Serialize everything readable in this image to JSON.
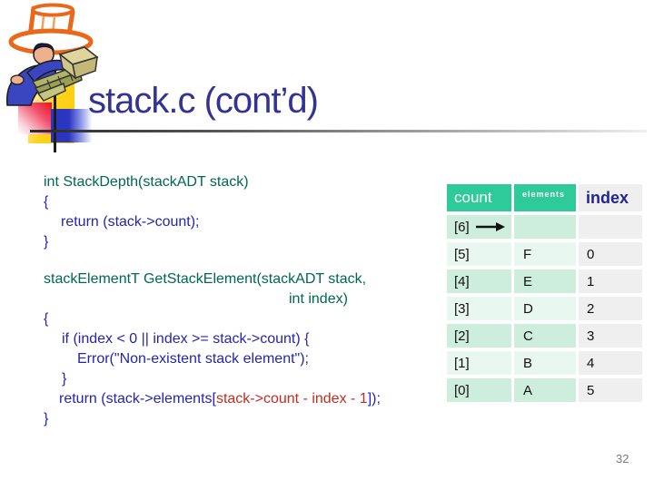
{
  "title": "stack.c (cont’d)",
  "page_number": "32",
  "colors": {
    "title_navy": "#333394",
    "code_teal": "#006655",
    "code_blue": "#2525ae",
    "code_red": "#c22d20",
    "table_header_teal": "#2fca9a",
    "row_mint_dark": "#cdeedd",
    "row_mint_light": "#e8f7ef",
    "index_column_gray": "#efefef",
    "index_header_text": "#222299",
    "accent_yellow": "#ffcc00",
    "accent_red": "#ee1021",
    "accent_blue": "#2a35c0"
  },
  "icons": {
    "clipart": "magician-top-hat-clipart",
    "row_arrow": "right-arrow-icon"
  },
  "code": {
    "block1": {
      "lines": [
        {
          "pad": 0,
          "segs": [
            {
              "t": "int StackDepth(stackADT stack)",
              "c": "teal"
            }
          ]
        },
        {
          "pad": 0,
          "segs": [
            {
              "t": "{",
              "c": "blue"
            }
          ]
        },
        {
          "pad": 19,
          "segs": [
            {
              "t": "return (stack->count);",
              "c": "blue"
            }
          ]
        },
        {
          "pad": 0,
          "segs": [
            {
              "t": "}",
              "c": "blue"
            }
          ]
        }
      ]
    },
    "block2": {
      "lines": [
        {
          "pad": 0,
          "segs": [
            {
              "t": "stackElementT GetStackElement(stackADT stack,",
              "c": "teal"
            }
          ]
        },
        {
          "pad": 270,
          "segs": [
            {
              "t": "int index)",
              "c": "teal"
            }
          ]
        },
        {
          "pad": 0,
          "segs": [
            {
              "t": "{",
              "c": "blue"
            }
          ]
        },
        {
          "pad": 20,
          "segs": [
            {
              "t": "if (index < 0 || index >= stack->count) {",
              "c": "blue"
            }
          ]
        },
        {
          "pad": 37,
          "segs": [
            {
              "t": "Error(\"Non-existent stack element\");",
              "c": "blue"
            }
          ]
        },
        {
          "pad": 20,
          "segs": [
            {
              "t": "}",
              "c": "blue"
            }
          ]
        },
        {
          "pad": 17,
          "segs": [
            {
              "t": "return (stack->elements[",
              "c": "blue"
            },
            {
              "t": "stack->count - index - 1",
              "c": "red"
            },
            {
              "t": "]);",
              "c": "blue"
            }
          ]
        },
        {
          "pad": 0,
          "segs": [
            {
              "t": "}",
              "c": "blue"
            }
          ]
        }
      ]
    }
  },
  "table": {
    "columns": [
      {
        "key": "count",
        "label": "count"
      },
      {
        "key": "elements",
        "label": "elements"
      },
      {
        "key": "index",
        "label": "index"
      }
    ],
    "rows": [
      {
        "count": "[6]",
        "elements": "",
        "index": "",
        "arrow": true,
        "shade": "dark"
      },
      {
        "count": "[5]",
        "elements": "F",
        "index": "0",
        "arrow": false,
        "shade": "light"
      },
      {
        "count": "[4]",
        "elements": "E",
        "index": "1",
        "arrow": false,
        "shade": "dark"
      },
      {
        "count": "[3]",
        "elements": "D",
        "index": "2",
        "arrow": false,
        "shade": "light"
      },
      {
        "count": "[2]",
        "elements": "C",
        "index": "3",
        "arrow": false,
        "shade": "dark"
      },
      {
        "count": "[1]",
        "elements": "B",
        "index": "4",
        "arrow": false,
        "shade": "light"
      },
      {
        "count": "[0]",
        "elements": "A",
        "index": "5",
        "arrow": false,
        "shade": "dark"
      }
    ]
  }
}
